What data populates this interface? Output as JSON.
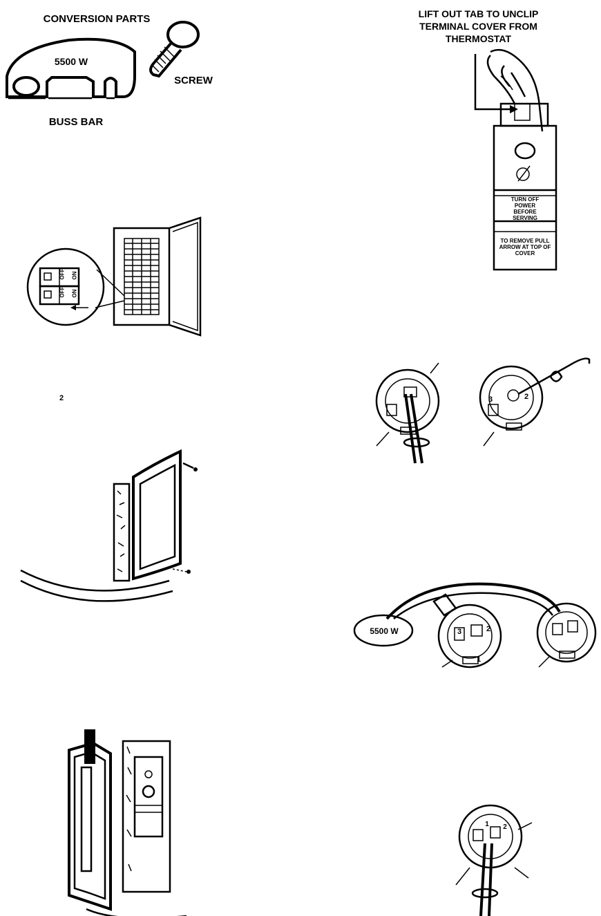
{
  "conversion": {
    "title": "CONVERSION PARTS",
    "bar_label": "5500 W",
    "screw_label": "SCREW",
    "buss_label": "BUSS BAR"
  },
  "thermostat_cover": {
    "instruction": "LIFT OUT TAB TO UNCLIP TERMINAL COVER FROM THERMOSTAT",
    "warning": "TURN OFF POWER BEFORE SERVING",
    "remove_note": "TO REMOVE PULL ARROW AT TOP OF COVER"
  },
  "breaker": {
    "off_label": "OFF",
    "on_label": "ON"
  },
  "terminals": {
    "t1": "1",
    "t2": "2",
    "t3": "3"
  },
  "wiring": {
    "bar_callout": "5500 W"
  }
}
